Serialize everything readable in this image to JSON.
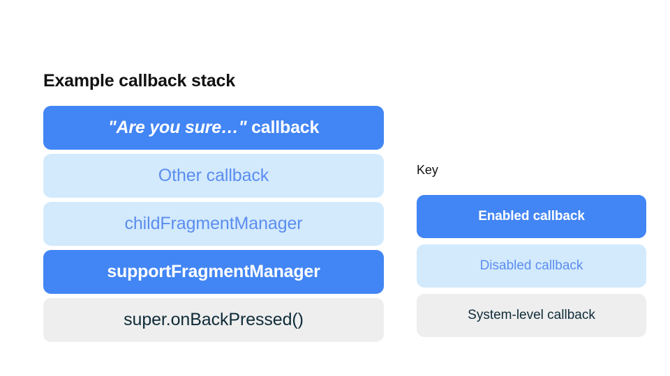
{
  "stack_section": {
    "title": "Example callback stack",
    "items": [
      {
        "label": "\"Are you sure…\" callback",
        "quoted_part": "\"Are you sure…\"",
        "trailing_part": " callback",
        "type": "enabled",
        "name": "are-you-sure-callback"
      },
      {
        "label": "Other callback",
        "type": "disabled",
        "name": "other-callback"
      },
      {
        "label": "childFragmentManager",
        "type": "disabled",
        "name": "child-fragment-manager"
      },
      {
        "label": "supportFragmentManager",
        "type": "enabled",
        "name": "support-fragment-manager"
      },
      {
        "label": "super.onBackPressed()",
        "type": "system",
        "name": "super-on-back-pressed"
      }
    ]
  },
  "key_section": {
    "title": "Key",
    "items": [
      {
        "label": "Enabled callback",
        "type": "enabled",
        "name": "key-enabled-callback"
      },
      {
        "label": "Disabled callback",
        "type": "disabled",
        "name": "key-disabled-callback"
      },
      {
        "label": "System-level callback",
        "type": "system",
        "name": "key-system-level-callback"
      }
    ]
  },
  "colors": {
    "background": "#ffffff",
    "enabled_fill": "#4285f4",
    "enabled_text": "#ffffff",
    "disabled_fill": "#d3eafd",
    "disabled_text": "#5b8def",
    "system_fill": "#eeeeee",
    "system_text": "#0f2b38",
    "heading_text": "#111111"
  }
}
